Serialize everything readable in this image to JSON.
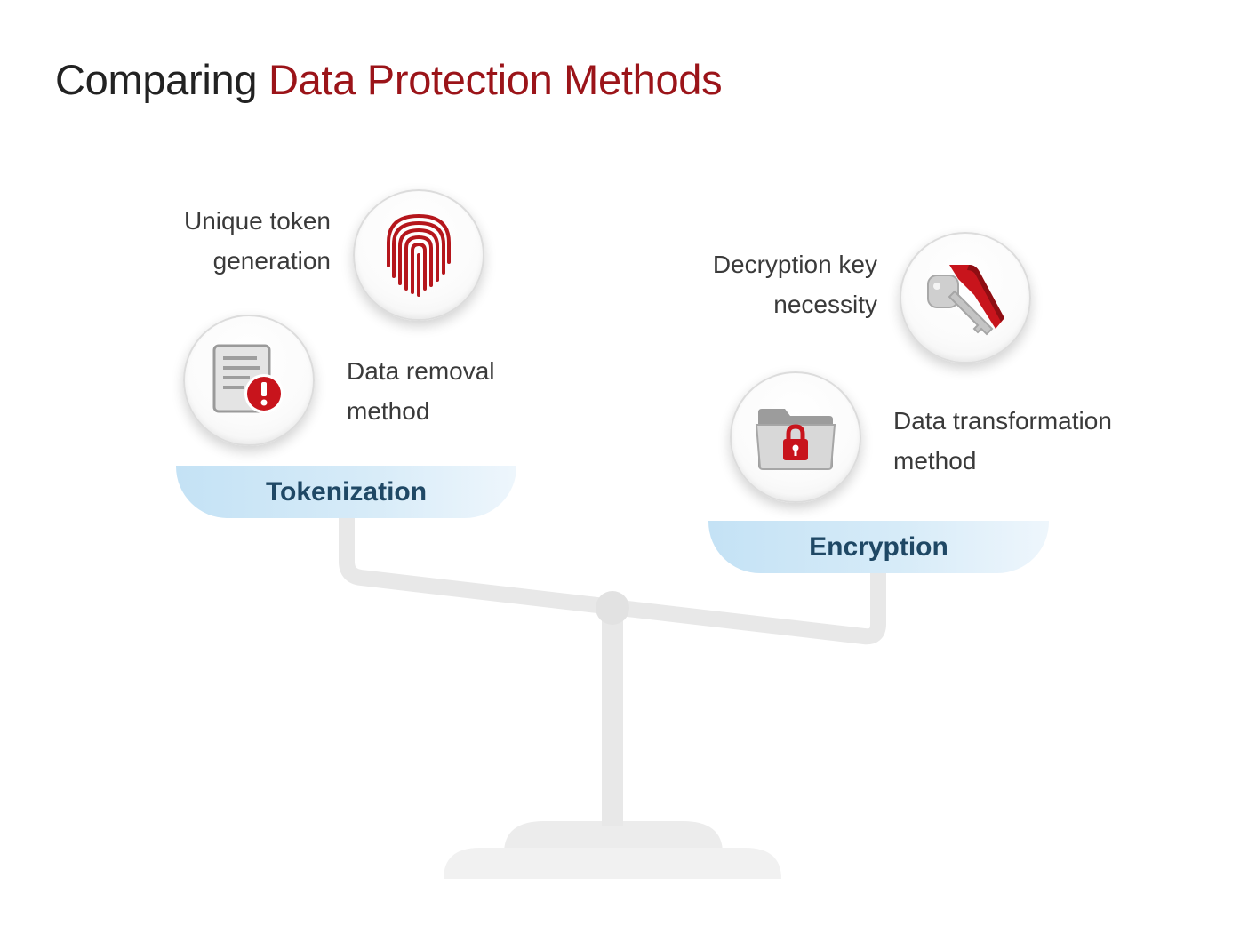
{
  "title": {
    "prefix": "Comparing",
    "highlight": "Data Protection Methods"
  },
  "tokenization": {
    "pan_label": "Tokenization",
    "features": [
      {
        "lines": [
          "Unique token",
          "generation"
        ],
        "icon": "fingerprint-icon"
      },
      {
        "lines": [
          "Data removal",
          "method"
        ],
        "icon": "document-alert-icon"
      }
    ]
  },
  "encryption": {
    "pan_label": "Encryption",
    "features": [
      {
        "lines": [
          "Decryption key",
          "necessity"
        ],
        "icon": "key-icon"
      },
      {
        "lines": [
          "Data transformation",
          "method"
        ],
        "icon": "locked-folder-icon"
      }
    ]
  },
  "colors": {
    "accent": "#9b1419",
    "pan_text": "#1f4865",
    "pan_fill": "#c4e2f5",
    "scale": "#e8e8e8"
  }
}
